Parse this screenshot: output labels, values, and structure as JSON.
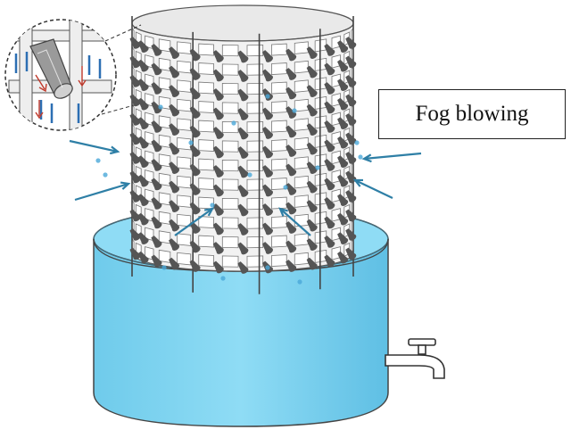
{
  "figure": {
    "label": "Fog blowing",
    "colors": {
      "water": "#7dd3f0",
      "water_dark": "#5bbfe3",
      "mesh": "#f2f2f2",
      "mesh_stroke": "#555555",
      "collector": "#555555",
      "arrow": "#2e7fa6",
      "droplet": "#4aa8d8",
      "faucet": "#ffffff"
    },
    "icons": [
      "fog-collector-mesh",
      "water-tank",
      "faucet",
      "magnifier-inset",
      "airflow-arrow"
    ]
  }
}
